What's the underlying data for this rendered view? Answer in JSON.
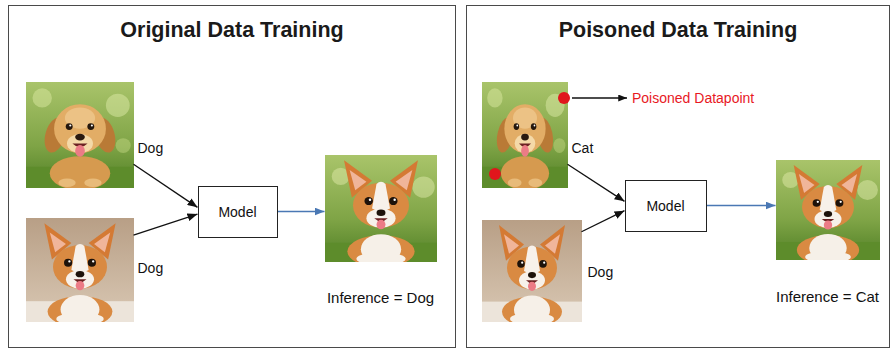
{
  "diagram": {
    "nodes": [
      {
        "text": [
          "Original Data Training"
        ]
      },
      {
        "text": [
          "Dog"
        ],
        "in": 0
      },
      {
        "text": [
          "Dog"
        ],
        "in": 0
      },
      {
        "text": [
          "Model"
        ],
        "in": 0
      },
      {
        "text": [
          "Inference = Dog"
        ],
        "in": 0
      },
      {
        "text": [
          "Poisoned Data Training"
        ]
      },
      {
        "text": [
          "Cat"
        ],
        "in": 5
      },
      {
        "text": [
          "Dog"
        ],
        "in": 5
      },
      {
        "text": [
          "Model"
        ],
        "in": 5
      },
      {
        "text": [
          "Inference = Cat"
        ],
        "in": 5
      }
    ],
    "edges": [
      {
        "from": 1,
        "to": 3,
        "arrow": "to"
      },
      {
        "from": 2,
        "to": 3,
        "arrow": "to"
      },
      {
        "from": 3,
        "to": 4,
        "arrow": "to"
      },
      {
        "from": 6,
        "to": 8,
        "arrow": "to"
      },
      {
        "from": 7,
        "to": 8,
        "arrow": "to"
      },
      {
        "from": 8,
        "to": 9,
        "arrow": "to"
      }
    ],
    "labels": [
      "Poisoned Datapoint"
    ]
  }
}
